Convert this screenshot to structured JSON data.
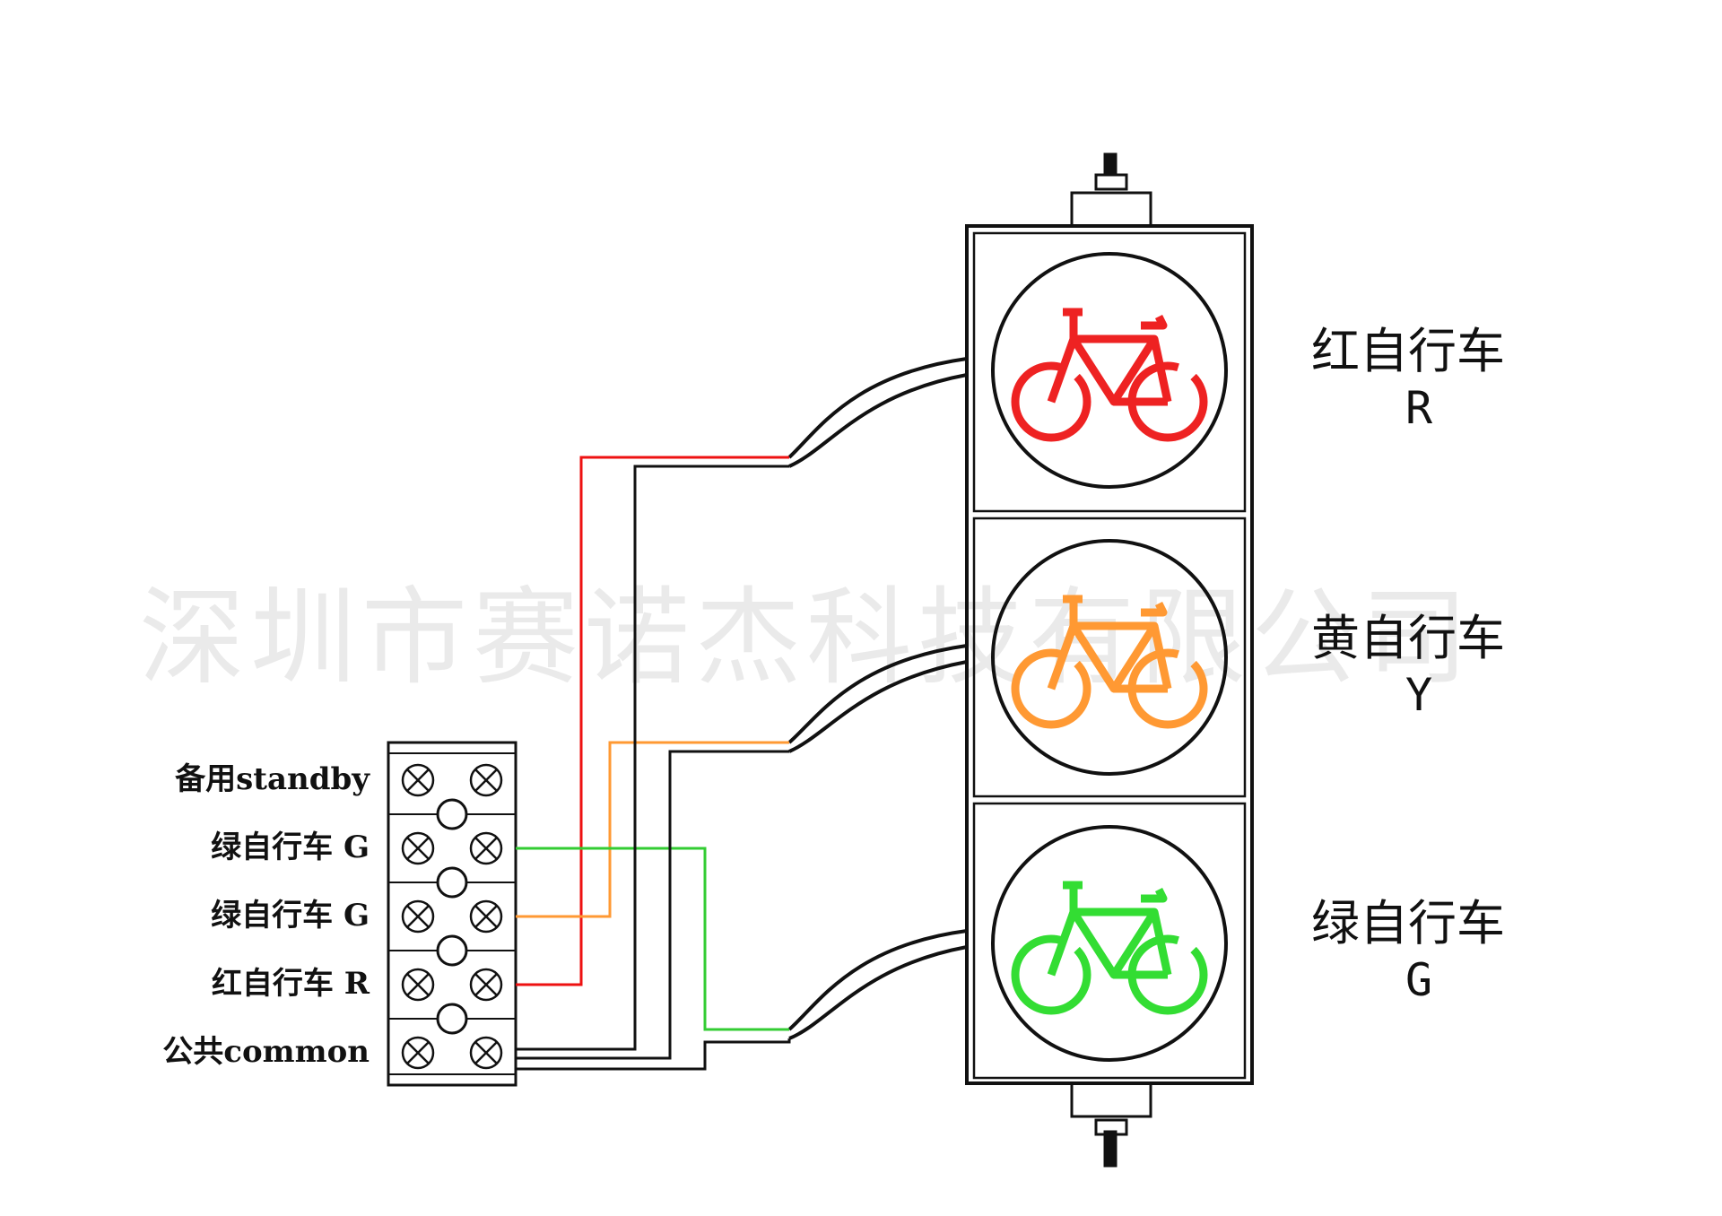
{
  "watermark": "深圳市赛诺杰科技有限公司",
  "terminals": [
    {
      "label": "备用standby",
      "wire_color": ""
    },
    {
      "label": "绿自行车 G",
      "wire_color": "#33cc33"
    },
    {
      "label": "绿自行车 G",
      "wire_color": "#ff9933"
    },
    {
      "label": "红自行车 R",
      "wire_color": "#ee1111"
    },
    {
      "label": "公共common",
      "wire_color": "#111111"
    }
  ],
  "lamps": [
    {
      "name": "红自行车",
      "code": "R",
      "color": "#ee2222",
      "icon": "bicycle-icon"
    },
    {
      "name": "黄自行车",
      "code": "Y",
      "color": "#ff9933",
      "icon": "bicycle-icon"
    },
    {
      "name": "绿自行车",
      "code": "G",
      "color": "#33dd33",
      "icon": "bicycle-icon"
    }
  ]
}
